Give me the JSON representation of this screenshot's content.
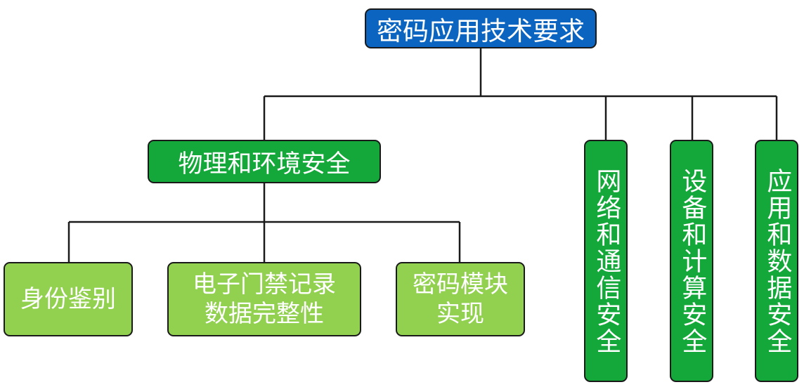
{
  "root": {
    "label": "密码应用技术要求"
  },
  "physical": {
    "label": "物理和环境安全",
    "children": [
      {
        "label": "身份鉴别"
      },
      {
        "label": "电子门禁记录\n数据完整性"
      },
      {
        "label": "密码模块\n实现"
      }
    ]
  },
  "branches": [
    {
      "label": "网络和通信安全"
    },
    {
      "label": "设备和计算安全"
    },
    {
      "label": "应用和数据安全"
    }
  ],
  "colors": {
    "root": "#0a64c0",
    "mid": "#14a83b",
    "leaf": "#92d050",
    "connector": "#1a1a1a"
  }
}
